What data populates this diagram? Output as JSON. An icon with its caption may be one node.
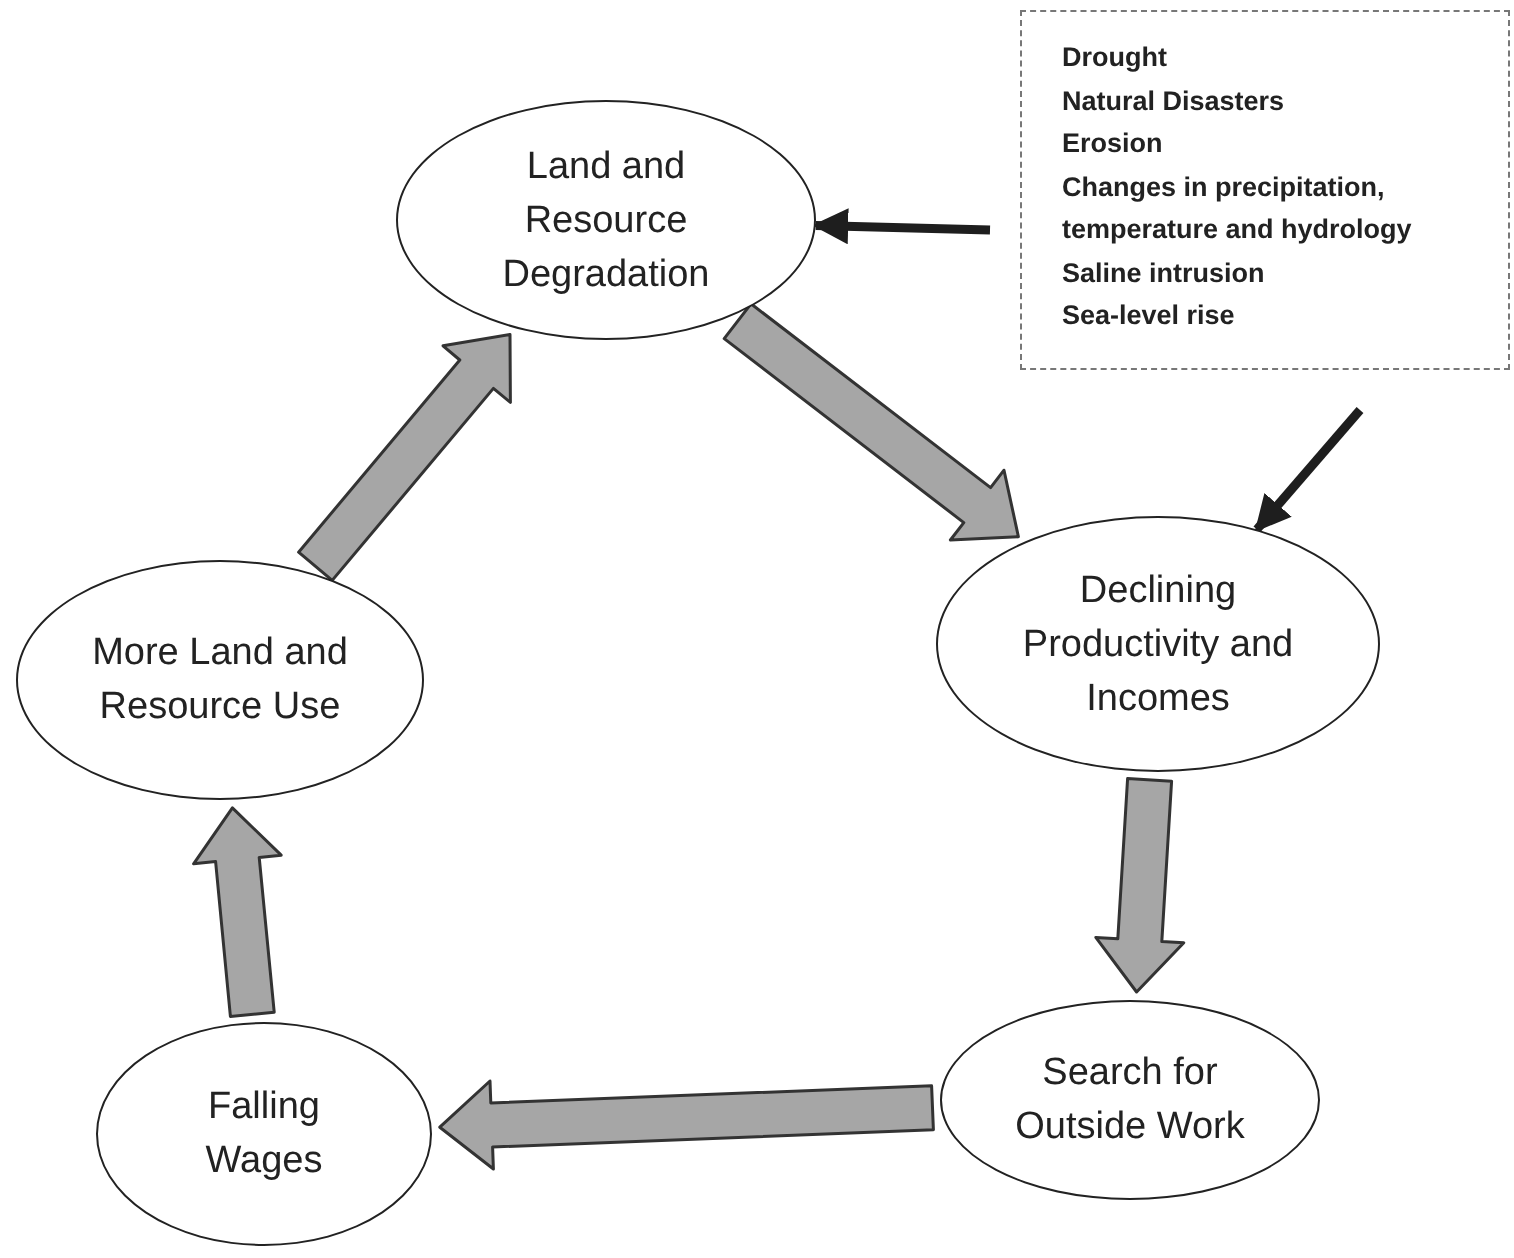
{
  "diagram": {
    "nodes": [
      {
        "text": [
          "Land and Resource Degradation"
        ]
      },
      {
        "text": [
          "Declining Productivity and Incomes"
        ]
      },
      {
        "text": [
          "Search for Outside Work"
        ]
      },
      {
        "text": [
          "Falling Wages"
        ]
      },
      {
        "text": [
          "More Land and Resource Use"
        ]
      },
      {
        "text": [
          "Drought",
          "Natural Disasters",
          "Erosion",
          "Changes in precipitation, temperature and hydrology",
          "Saline intrusion",
          "Sea-level rise"
        ]
      }
    ],
    "edges": [
      {
        "from": 5,
        "to": 0,
        "arrow": "to",
        "color": "#1e1e1e"
      },
      {
        "from": 5,
        "to": 1,
        "arrow": "to",
        "color": "#1e1e1e"
      },
      {
        "from": 0,
        "to": 1,
        "arrow": "to",
        "style": "thick"
      },
      {
        "from": 1,
        "to": 2,
        "arrow": "to",
        "style": "thick"
      },
      {
        "from": 2,
        "to": 3,
        "arrow": "to",
        "style": "thick"
      },
      {
        "from": 3,
        "to": 4,
        "arrow": "to",
        "style": "thick"
      },
      {
        "from": 4,
        "to": 0,
        "arrow": "to",
        "style": "thick"
      }
    ]
  }
}
